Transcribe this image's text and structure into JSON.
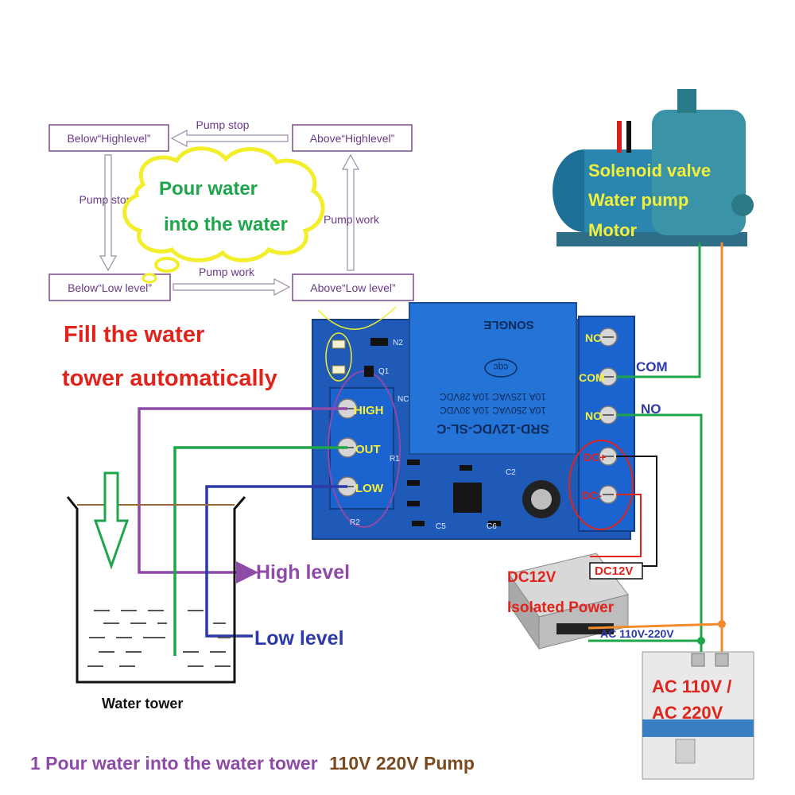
{
  "flowchart": {
    "box_below_high": "Below“Highlevel”",
    "box_above_high": "Above“Highlevel”",
    "box_below_low": "Below“Low level”",
    "box_above_low": "Above“Low level”",
    "arrow_top": "Pump stop",
    "arrow_left": "Pump stop",
    "arrow_right": "Pump work",
    "arrow_bottom": "Pump work",
    "cloud_line1": "Pour water",
    "cloud_line2": "into the water"
  },
  "heading": {
    "line1": "Fill the water",
    "line2": "tower automatically"
  },
  "module": {
    "relay_lines": [
      "SRD-12VDC-SL-C",
      "10A 250VAC  10A 30VDC",
      "10A 125VAC  10A 28VDC"
    ],
    "relay_brand": "SONGLE",
    "relay_cert": "cqc",
    "input_terminals": [
      "HIGH",
      "OUT",
      "LOW"
    ],
    "output_terminals": [
      "NC",
      "COM",
      "NO"
    ],
    "power_terminals": [
      "DC+",
      "DC-"
    ],
    "pcb_labels": [
      "N2",
      "Q1",
      "R1",
      "R2",
      "C2",
      "C5",
      "C6",
      "NC"
    ]
  },
  "pump": {
    "line1": "Solenoid valve",
    "line2": "Water pump",
    "line3": "Motor"
  },
  "wires": {
    "com": "COM",
    "no": "NO",
    "dc_right": "DC12V",
    "ac_supply": "AC 110V-220V"
  },
  "supply": {
    "line1": "DC12V",
    "line2": "Isolated Power"
  },
  "breaker": {
    "line1": "AC 110V /",
    "line2": "AC 220V"
  },
  "tank": {
    "high_level": "High level",
    "low_level": "Low level",
    "caption": "Water tower"
  },
  "caption_bottom": {
    "part1": "1 Pour water into the water tower",
    "part2": "110V 220V Pump"
  },
  "colors": {
    "purple": "#8e4aa8",
    "green": "#1fa64a",
    "blue": "#2b3aa8",
    "red": "#e0231b",
    "orange": "#f08a2c",
    "pcb": "#1f5ab8"
  }
}
